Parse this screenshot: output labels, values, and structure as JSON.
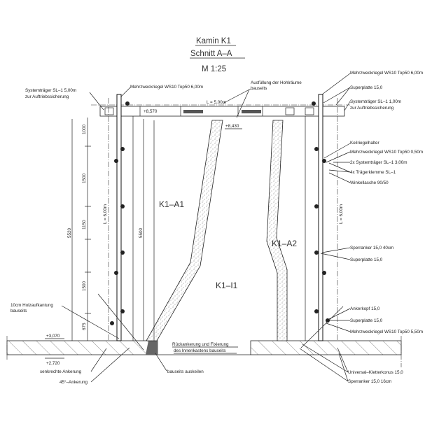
{
  "title": {
    "line1": "Kamin K1",
    "line2": "Schnitt A–A",
    "scale": "M 1:25"
  },
  "zones": {
    "a1": "K1–A1",
    "a2": "K1–A2",
    "i1": "K1–I1"
  },
  "levels": {
    "top_left": "+8,570",
    "top_mid": "+8,430",
    "slab_top": "+3,070",
    "slab_bottom": "+2,720"
  },
  "beam": {
    "length": "L = 5,00m"
  },
  "dimensions": {
    "total": "5520",
    "inner": "5500",
    "seg1": "1000",
    "seg2": "1500",
    "seg3": "1150",
    "seg4": "1500",
    "seg5": "675",
    "profile_left": "L = 6,00m",
    "profile_right": "L = 6,00m"
  },
  "labels_left": {
    "systemtraeger_1": "Systemträger SL–1 5,00m",
    "systemtraeger_2": "zur Auftriebssicherung",
    "mehrzweck_top": "Mehrzweckriegel WS10 Top50 6,00m",
    "holz_1": "10cm Holzaufkantung",
    "holz_2": "bauseits",
    "senkrecht": "senkrechte Ankerung",
    "ankerung45": "45°–Ankerung",
    "auskeilen": "bauseits auskeilen",
    "rueck_1": "Rückankerung und Fixierung",
    "rueck_2": "des Innenkastens bauseits",
    "ausfuellung_1": "Ausfüllung der Hohlräume",
    "ausfuellung_2": "bauseits"
  },
  "labels_right": [
    "Mehrzweckriegel WS10 Top50 6,00m",
    "Superplatte 15,0",
    "Systemträger SL–1 1,00m",
    "zur Auftriebssicherung",
    "Keilriegelhalter",
    "Mehrzweckriegel WS10 Top50 0,50m",
    "2x Systemträger SL–1 3,00m",
    "4x Trägerklemme SL–1",
    "Winkellasche 90/50",
    "Sperranker 15,0 40cm",
    "Superplatte 15,0",
    "Ankerkopf 15,0",
    "Superplatte 15,0",
    "Mehrzweckriegel WS10 Top50 5,50m",
    "Universal–Kletterkonus 15,0",
    "Sperranker 15,0 16cm"
  ]
}
